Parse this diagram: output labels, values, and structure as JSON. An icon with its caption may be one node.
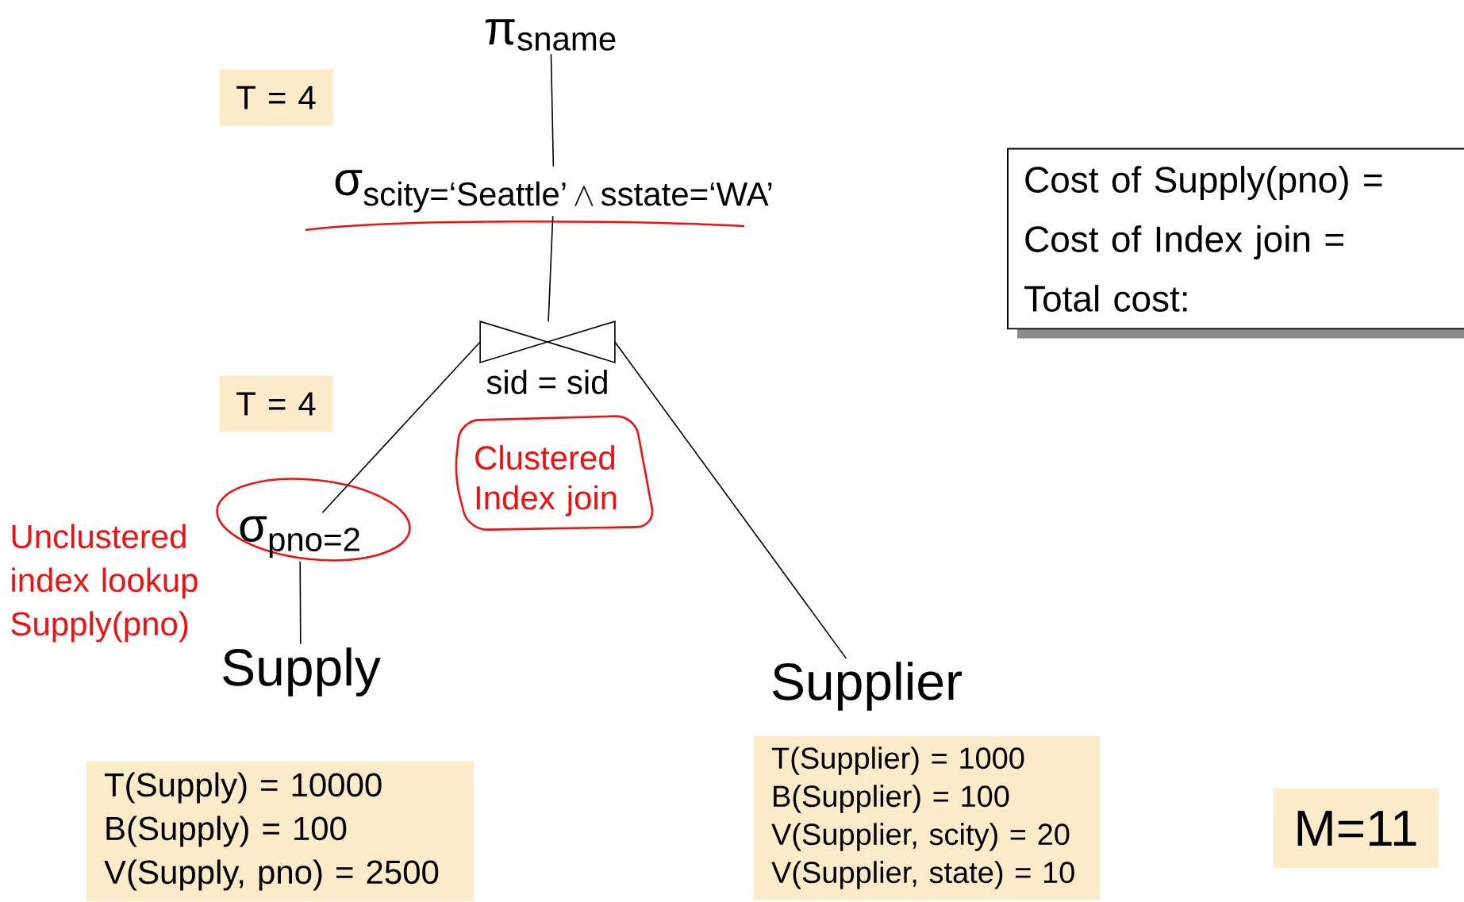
{
  "diagram": {
    "nodes": [
      {
        "text": [
          "\\text{π}_{\\text{sname}}"
        ]
      },
      {
        "text": [
          "\\text{σ}_{\\text{scity=‘Seattle’}\\,\\wedge\\,\\text{sstate=‘WA’}}"
        ]
      },
      {
        "text": [
          "sid = sid"
        ]
      },
      {
        "text": [
          "\\text{σ}_{\\text{pno=2}}"
        ]
      },
      {
        "text": [
          "Supply"
        ]
      },
      {
        "text": [
          "Supplier"
        ]
      },
      {
        "text": [
          "T = 4"
        ]
      },
      {
        "text": [
          "T = 4"
        ]
      },
      {
        "text": [
          "Clustered Index join"
        ]
      },
      {
        "text": [
          "T(Supply) = 10000",
          "B(Supply) = 100",
          "V(Supply, pno) = 2500"
        ]
      },
      {
        "text": [
          "T(Supplier) = 1000",
          "B(Supplier) = 100",
          "V(Supplier, scity) = 20",
          "V(Supplier, state) = 10"
        ]
      },
      {
        "text": [
          "Cost of Supply(pno) =",
          "Cost of Index join =",
          "Total cost:"
        ]
      },
      {
        "text": [
          "M=11"
        ]
      }
    ],
    "edges": [
      {
        "from": 0,
        "to": 1,
        "arrow": "none"
      },
      {
        "from": 1,
        "to": 2,
        "arrow": "none"
      },
      {
        "from": 2,
        "to": 3,
        "arrow": "none"
      },
      {
        "from": 3,
        "to": 4,
        "arrow": "none"
      },
      {
        "from": 2,
        "to": 5,
        "arrow": "none"
      }
    ],
    "labels": [
      "Unclustered index lookup Supply(pno)"
    ]
  }
}
